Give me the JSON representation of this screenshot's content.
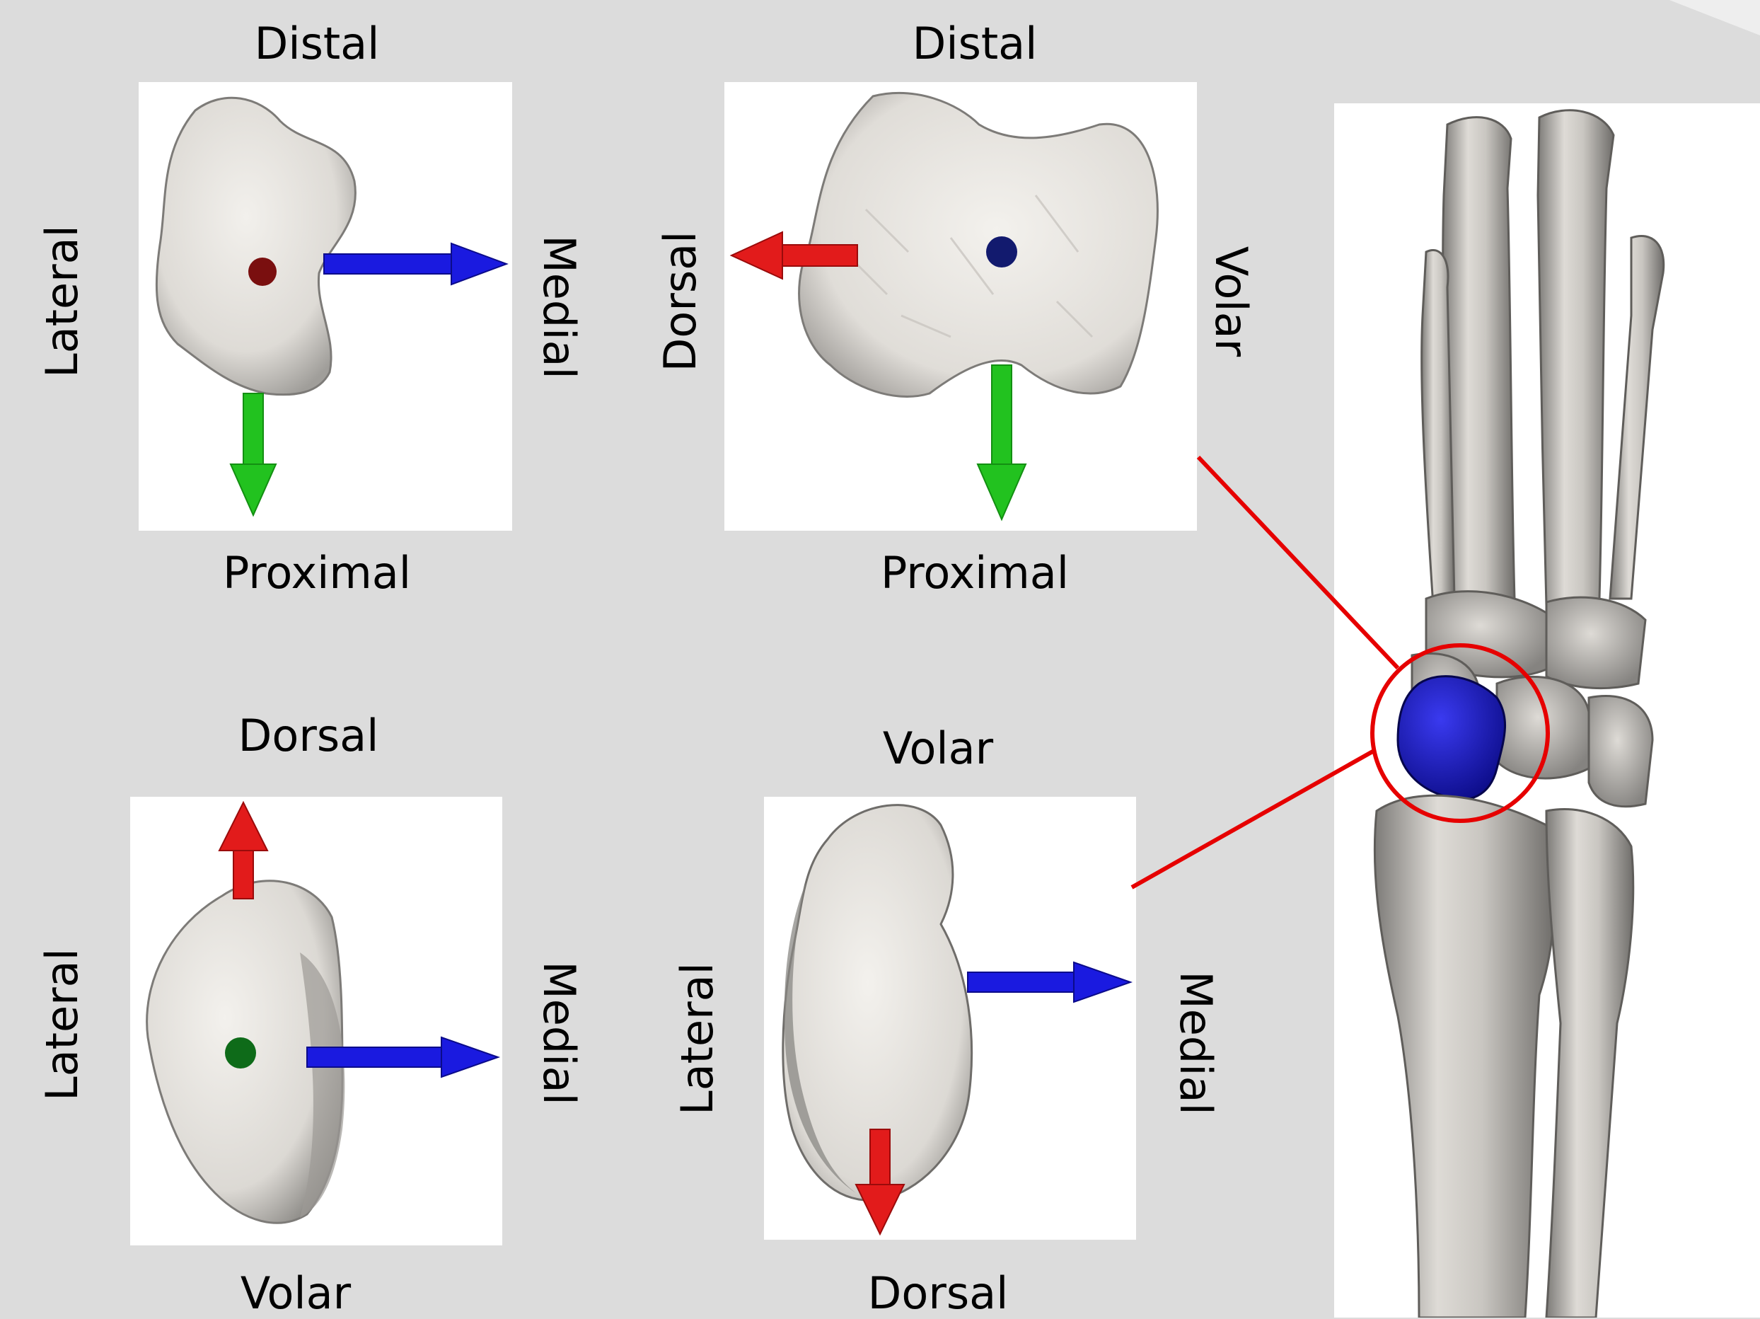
{
  "panels": {
    "top_left": {
      "top": "Distal",
      "bottom": "Proximal",
      "left": "Lateral",
      "right": "Medial"
    },
    "top_right": {
      "top": "Distal",
      "bottom": "Proximal",
      "left": "Dorsal",
      "right": "Volar"
    },
    "bottom_left": {
      "top": "Dorsal",
      "bottom": "Volar",
      "left": "Lateral",
      "right": "Medial"
    },
    "bottom_right": {
      "top": "Volar",
      "bottom": "Dorsal",
      "left": "Lateral",
      "right": "Medial"
    }
  },
  "colors": {
    "background": "#dcdcdc",
    "bone": "#e8e6e2",
    "bone_shadow": "#8a8a8a",
    "axis_red": "#e21b1b",
    "axis_green": "#22c21f",
    "axis_blue": "#1a1ae0",
    "highlight_bone": "#1a1ab4",
    "callout_line": "#e60000"
  }
}
